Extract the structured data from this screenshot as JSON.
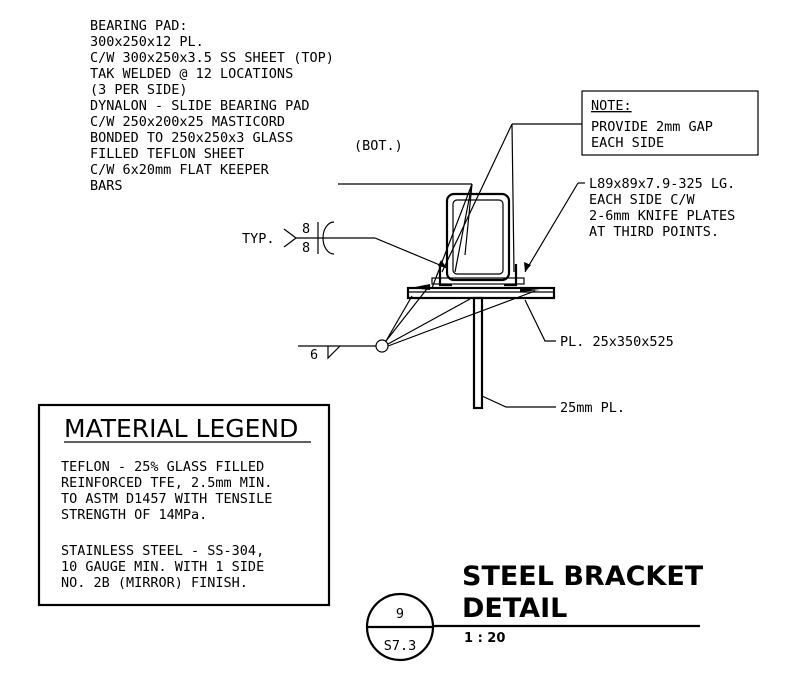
{
  "bearing_pad_note": [
    "BEARING PAD:",
    "300x250x12 PL.",
    "C/W 300x250x3.5 SS SHEET  (TOP)",
    "TAK WELDED @ 12 LOCATIONS",
    "(3 PER SIDE)",
    "DYNALON - SLIDE BEARING PAD",
    "C/W 250x200x25 MASTICORD",
    "BONDED TO 250x250x3 GLASS",
    "FILLED TEFLON SHEET",
    "C/W 6x20mm FLAT KEEPER",
    "BARS"
  ],
  "bot_label": "(BOT.)",
  "note_box": {
    "title": "NOTE:",
    "lines": [
      "PROVIDE 2mm GAP",
      "EACH SIDE"
    ]
  },
  "angle_note": [
    "L89x89x7.9-325 LG.",
    "EACH SIDE C/W",
    "2-6mm KNIFE PLATES",
    "AT THIRD POINTS."
  ],
  "weld_typ": {
    "label": "TYP.",
    "top": "8",
    "bottom": "8"
  },
  "weld_6": "6",
  "plate_label": "PL. 25x350x525",
  "web_label": "25mm PL.",
  "legend": {
    "title": "MATERIAL LEGEND",
    "para1": [
      "TEFLON - 25% GLASS FILLED",
      "REINFORCED TFE, 2.5mm MIN.",
      "TO ASTM D1457 WITH TENSILE",
      "STRENGTH OF 14MPa."
    ],
    "para2": [
      "STAINLESS STEEL - SS-304,",
      "10 GAUGE MIN. WITH 1 SIDE",
      "NO. 2B (MIRROR) FINISH."
    ]
  },
  "title_block": {
    "number": "9",
    "sheet": "S7.3",
    "title_line1": "STEEL BRACKET",
    "title_line2": "DETAIL",
    "scale": "1 : 20"
  }
}
